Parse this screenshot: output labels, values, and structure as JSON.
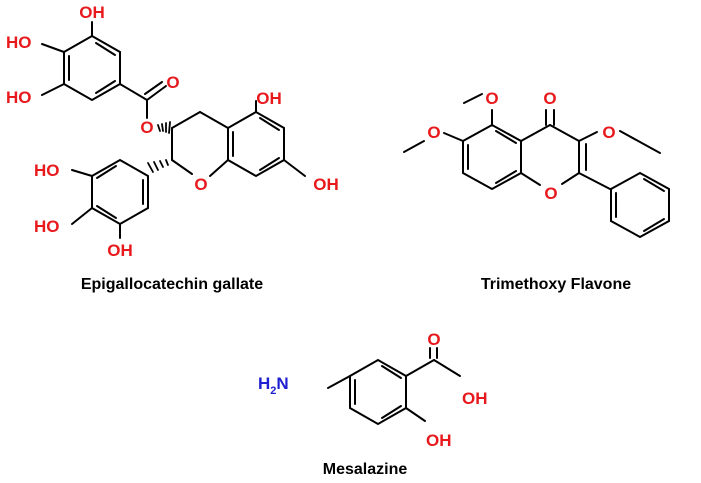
{
  "molecules": [
    {
      "name": "Epigallocatechin gallate",
      "atom_labels": [
        "OH",
        "HO",
        "HO",
        "O",
        "O",
        "OH",
        "OH",
        "O",
        "HO",
        "HO",
        "OH"
      ]
    },
    {
      "name": "Trimethoxy Flavone",
      "atom_labels": [
        "O",
        "O",
        "O",
        "O",
        "O"
      ]
    },
    {
      "name": "Mesalazine",
      "atom_labels": [
        "H2N",
        "O",
        "OH",
        "OH"
      ]
    }
  ],
  "colors": {
    "oxygen": "#e8191c",
    "nitrogen": "#1e1ed2",
    "bond": "#000000"
  }
}
